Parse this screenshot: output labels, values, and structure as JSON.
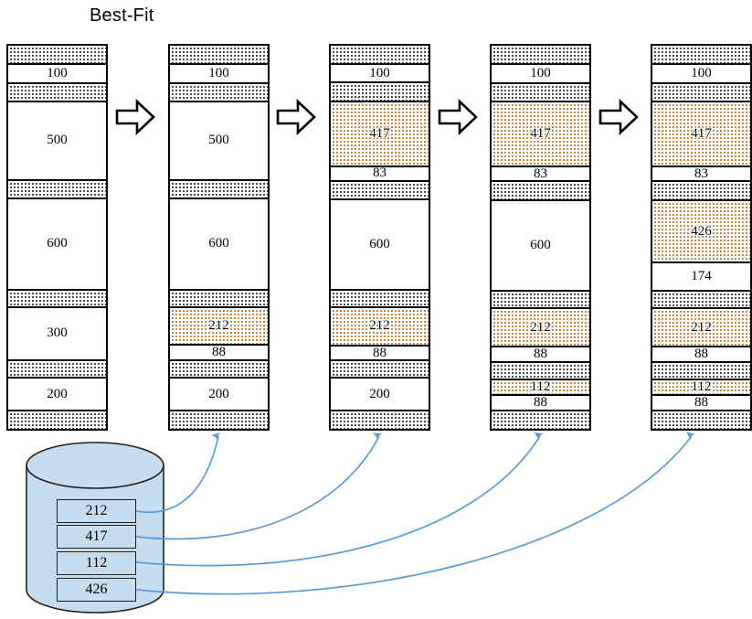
{
  "title": "Best-Fit",
  "colors": {
    "allocated_pattern": "#d2833a",
    "used_pattern": "#121212",
    "free": "#ffffff",
    "db_fill": "#c6dcef",
    "db_stroke": "#1f1f1f",
    "connector": "#5b9bd5",
    "outline": "#000000"
  },
  "columns": [
    {
      "name": "state-0-initial",
      "blocks": [
        {
          "label": "",
          "kind": "used",
          "h": 22
        },
        {
          "label": "100",
          "kind": "free",
          "h": 22
        },
        {
          "label": "",
          "kind": "used",
          "h": 22
        },
        {
          "label": "500",
          "kind": "free",
          "h": 90
        },
        {
          "label": "",
          "kind": "used",
          "h": 22
        },
        {
          "label": "600",
          "kind": "free",
          "h": 105
        },
        {
          "label": "",
          "kind": "used",
          "h": 20
        },
        {
          "label": "300",
          "kind": "free",
          "h": 62
        },
        {
          "label": "",
          "kind": "used",
          "h": 20
        },
        {
          "label": "200",
          "kind": "free",
          "h": 38
        },
        {
          "label": "",
          "kind": "used",
          "h": 20
        }
      ]
    },
    {
      "name": "state-1-after-212",
      "blocks": [
        {
          "label": "",
          "kind": "used",
          "h": 22
        },
        {
          "label": "100",
          "kind": "free",
          "h": 22
        },
        {
          "label": "",
          "kind": "used",
          "h": 22
        },
        {
          "label": "500",
          "kind": "free",
          "h": 90
        },
        {
          "label": "",
          "kind": "used",
          "h": 22
        },
        {
          "label": "600",
          "kind": "free",
          "h": 105
        },
        {
          "label": "",
          "kind": "used",
          "h": 20
        },
        {
          "label": "212",
          "kind": "alloc",
          "h": 44
        },
        {
          "label": "88",
          "kind": "free",
          "h": 18
        },
        {
          "label": "",
          "kind": "used",
          "h": 20
        },
        {
          "label": "200",
          "kind": "free",
          "h": 38
        },
        {
          "label": "",
          "kind": "used",
          "h": 20
        }
      ]
    },
    {
      "name": "state-2-after-417",
      "blocks": [
        {
          "label": "",
          "kind": "used",
          "h": 22
        },
        {
          "label": "100",
          "kind": "free",
          "h": 22
        },
        {
          "label": "",
          "kind": "used",
          "h": 22
        },
        {
          "label": "417",
          "kind": "alloc",
          "h": 75
        },
        {
          "label": "83",
          "kind": "free",
          "h": 17
        },
        {
          "label": "",
          "kind": "used",
          "h": 22
        },
        {
          "label": "600",
          "kind": "free",
          "h": 105
        },
        {
          "label": "",
          "kind": "used",
          "h": 20
        },
        {
          "label": "212",
          "kind": "alloc",
          "h": 44
        },
        {
          "label": "88",
          "kind": "free",
          "h": 18
        },
        {
          "label": "",
          "kind": "used",
          "h": 20
        },
        {
          "label": "200",
          "kind": "free",
          "h": 38
        },
        {
          "label": "",
          "kind": "used",
          "h": 20
        }
      ]
    },
    {
      "name": "state-3-after-112",
      "blocks": [
        {
          "label": "",
          "kind": "used",
          "h": 22
        },
        {
          "label": "100",
          "kind": "free",
          "h": 22
        },
        {
          "label": "",
          "kind": "used",
          "h": 22
        },
        {
          "label": "417",
          "kind": "alloc",
          "h": 75
        },
        {
          "label": "83",
          "kind": "free",
          "h": 17
        },
        {
          "label": "",
          "kind": "used",
          "h": 22
        },
        {
          "label": "600",
          "kind": "free",
          "h": 105
        },
        {
          "label": "",
          "kind": "used",
          "h": 20
        },
        {
          "label": "212",
          "kind": "alloc",
          "h": 44
        },
        {
          "label": "88",
          "kind": "free",
          "h": 18
        },
        {
          "label": "",
          "kind": "used",
          "h": 20
        },
        {
          "label": "112",
          "kind": "alloc",
          "h": 18
        },
        {
          "label": "88",
          "kind": "free",
          "h": 18
        },
        {
          "label": "",
          "kind": "used",
          "h": 20
        }
      ]
    },
    {
      "name": "state-4-after-426",
      "blocks": [
        {
          "label": "",
          "kind": "used",
          "h": 22
        },
        {
          "label": "100",
          "kind": "free",
          "h": 22
        },
        {
          "label": "",
          "kind": "used",
          "h": 22
        },
        {
          "label": "417",
          "kind": "alloc",
          "h": 75
        },
        {
          "label": "83",
          "kind": "free",
          "h": 17
        },
        {
          "label": "",
          "kind": "used",
          "h": 22
        },
        {
          "label": "426",
          "kind": "alloc",
          "h": 72
        },
        {
          "label": "174",
          "kind": "free",
          "h": 33
        },
        {
          "label": "",
          "kind": "used",
          "h": 20
        },
        {
          "label": "212",
          "kind": "alloc",
          "h": 44
        },
        {
          "label": "88",
          "kind": "free",
          "h": 18
        },
        {
          "label": "",
          "kind": "used",
          "h": 20
        },
        {
          "label": "112",
          "kind": "alloc",
          "h": 18
        },
        {
          "label": "88",
          "kind": "free",
          "h": 18
        },
        {
          "label": "",
          "kind": "used",
          "h": 20
        }
      ]
    }
  ],
  "requests": [
    {
      "value": "212"
    },
    {
      "value": "417"
    },
    {
      "value": "112"
    },
    {
      "value": "426"
    }
  ]
}
